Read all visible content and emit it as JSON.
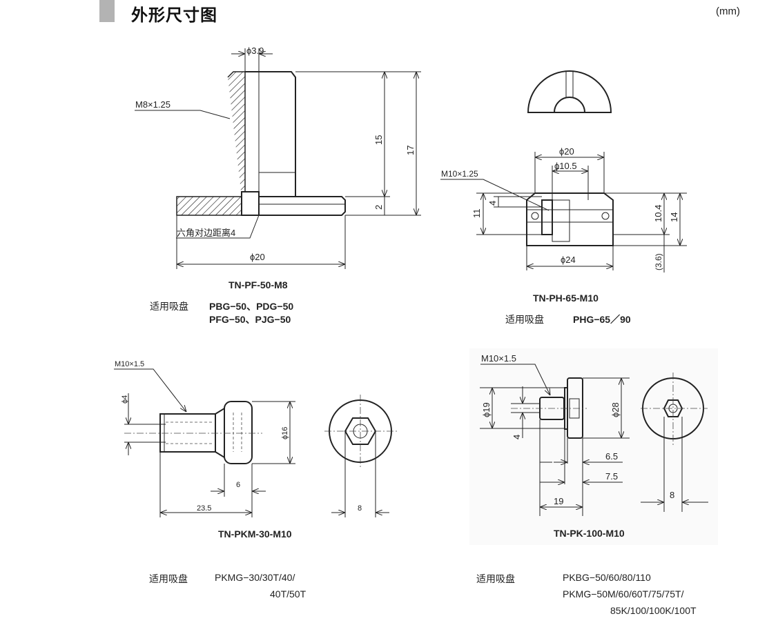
{
  "header": {
    "title": "外形尺寸图",
    "unit": "(mm)"
  },
  "drawings": [
    {
      "model": "TN-PF-50-M8",
      "suction_label": "适用吸盘",
      "suction_lines": [
        "PBG−50、PDG−50",
        "PFG−50、PJG−50"
      ],
      "dims": {
        "phi_hole": "ϕ3.9",
        "thread": "M8×1.25",
        "h15": "15",
        "h17": "17",
        "h2": "2",
        "hex": "六角对边距离4",
        "phi_flange": "ϕ20"
      }
    },
    {
      "model": "TN-PH-65-M10",
      "suction_label": "适用吸盘",
      "suction_lines": [
        "PHG−65／90"
      ],
      "dims": {
        "thread": "M10×1.25",
        "phi20": "ϕ20",
        "phi10_5": "ϕ10.5",
        "phi24": "ϕ24",
        "h11": "11",
        "h4": "4",
        "h10_4": "10.4",
        "h14": "14",
        "h3_6": "(3.6)"
      }
    },
    {
      "model": "TN-PKM-30-M10",
      "suction_label": "适用吸盘",
      "suction_lines": [
        "PKMG−30/30T/40/",
        "40T/50T"
      ],
      "dims": {
        "thread": "M10×1.5",
        "phi4": "ϕ4",
        "phi16": "ϕ16",
        "w6": "6",
        "w23_5": "23.5",
        "w8": "8"
      }
    },
    {
      "model": "TN-PK-100-M10",
      "suction_label": "适用吸盘",
      "suction_lines": [
        "PKBG−50/60/80/110",
        "PKMG−50M/60/60T/75/75T/",
        "85K/100/100K/100T"
      ],
      "dims": {
        "thread": "M10×1.5",
        "phi19": "ϕ19",
        "h4": "4",
        "phi28": "ϕ28",
        "w6_5": "6.5",
        "w7_5": "7.5",
        "w19": "19",
        "w8": "8"
      }
    }
  ]
}
